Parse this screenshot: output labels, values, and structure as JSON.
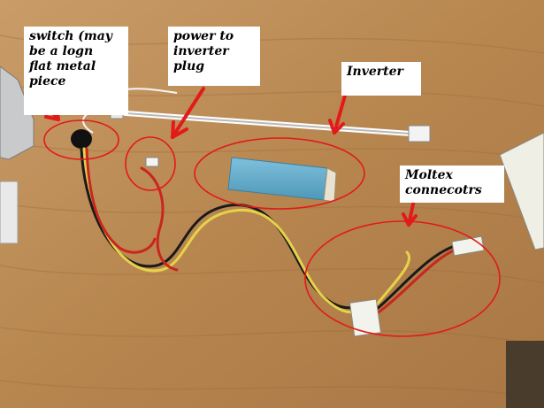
{
  "annotations": {
    "switch_label": "switch (may\nbe a logn\nflat metal\npiece",
    "power_label": "power to\ninverter\nplug",
    "inverter_label": "Inverter",
    "moltex_label": "Moltex\nconnecotrs"
  },
  "colors": {
    "table": "#b98a55",
    "annotation_red": "#e21a1a",
    "inverter_box": "#5fa9c8",
    "wire_red": "#c8261e",
    "wire_yellow": "#e6d24a",
    "wire_black": "#1a1a1a"
  }
}
